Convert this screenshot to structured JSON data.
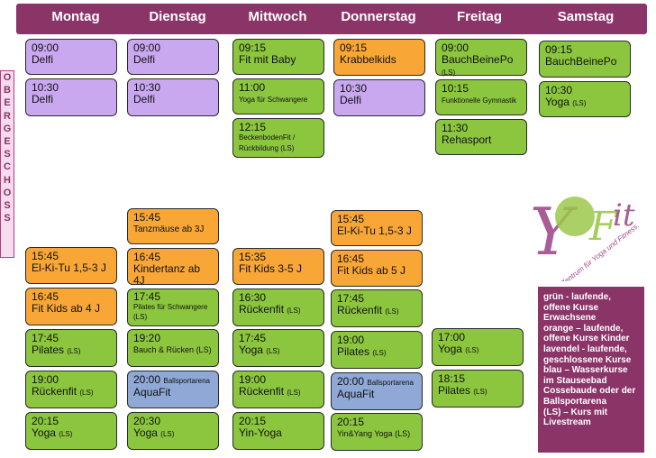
{
  "days": [
    "Montag",
    "Dienstag",
    "Mittwoch",
    "Donnerstag",
    "Freitag",
    "Samstag"
  ],
  "floor_label": [
    "O",
    "B",
    "E",
    "R",
    "G",
    "E",
    "S",
    "C",
    "H",
    "O",
    "S",
    "S"
  ],
  "cards": {
    "mo1": {
      "time": "09:00",
      "title": "Delfi"
    },
    "mo2": {
      "time": "10:30",
      "title": "Delfi"
    },
    "mo3": {
      "time": "15:45",
      "title": "El-Ki-Tu 1,5-3 J"
    },
    "mo4": {
      "time": "16:45",
      "title": "Fit Kids ab 4 J"
    },
    "mo5": {
      "time": "17:45",
      "title": "Pilates",
      "suffix": "(LS)"
    },
    "mo6": {
      "time": "19:00",
      "title": "Rückenfit",
      "suffix": "(LS)"
    },
    "mo7": {
      "time": "20:15",
      "title": "Yoga",
      "suffix": "(LS)"
    },
    "di1": {
      "time": "09:00",
      "title": "Delfi"
    },
    "di2": {
      "time": "10:30",
      "title": "Delfi"
    },
    "di3": {
      "time": "15:45",
      "title": "Tanzmäuse ab 3J"
    },
    "di4": {
      "time": "16:45",
      "title": "Kindertanz ab 4J"
    },
    "di5": {
      "time": "17:45",
      "title": "Pilates für Schwangere",
      "suffix": "(LS)"
    },
    "di6": {
      "time": "19:20",
      "title": "Bauch & Rücken",
      "suffix": "(LS)"
    },
    "di7": {
      "time": "20:00",
      "location": "Ballsportarena",
      "title": "AquaFit"
    },
    "di8": {
      "time": "20:30",
      "title": "Yoga",
      "suffix": "(LS)"
    },
    "mi1": {
      "time": "09:15",
      "title": "Fit mit Baby"
    },
    "mi2": {
      "time": "11:00",
      "title": "Yoga für Schwangere"
    },
    "mi3": {
      "time": "12:15",
      "title": "BeckenbodenFit /",
      "title2": "Rückbildung (LS)"
    },
    "mi4": {
      "time": "15:35",
      "title": "Fit Kids 3-5 J"
    },
    "mi5": {
      "time": "16:30",
      "title": "Rückenfit",
      "suffix": "(LS)"
    },
    "mi6": {
      "time": "17:45",
      "title": "Yoga",
      "suffix": "(LS)"
    },
    "mi7": {
      "time": "19:00",
      "title": "Rückenfit",
      "suffix": "(LS)"
    },
    "mi8": {
      "time": "20:15",
      "title": "Yin-Yoga"
    },
    "do1": {
      "time": "09:15",
      "title": "Krabbelkids"
    },
    "do2": {
      "time": "10:30",
      "title": "Delfi"
    },
    "do3": {
      "time": "15:45",
      "title": "El-Ki-Tu 1,5-3 J"
    },
    "do4": {
      "time": "16:45",
      "title": "Fit Kids ab 5 J"
    },
    "do5": {
      "time": "17:45",
      "title": "Rückenfit",
      "suffix": "(LS)"
    },
    "do6": {
      "time": "19:00",
      "title": "Pilates",
      "suffix": "(LS)"
    },
    "do7": {
      "time": "20:00",
      "location": "Ballsportarena",
      "title": "AquaFit"
    },
    "do8": {
      "time": "20:15",
      "title": "Yin&Yang Yoga",
      "suffix": "(LS)"
    },
    "fr1": {
      "time": "09:00",
      "title": "BauchBeinePo",
      "suffix": "(LS)"
    },
    "fr2": {
      "time": "10:15",
      "title": "Funktionelle Gymnastik"
    },
    "fr3": {
      "time": "11:30",
      "title": "Rehasport"
    },
    "fr4": {
      "time": "17:00",
      "title": "Yoga",
      "suffix": "(LS)"
    },
    "fr5": {
      "time": "18:15",
      "title": "Pilates",
      "suffix": "(LS)"
    },
    "sa1": {
      "time": "09:15",
      "title": "BauchBeinePo"
    },
    "sa2": {
      "time": "10:30",
      "title": "Yoga",
      "suffix": "(LS)"
    }
  },
  "legend": [
    "grün - laufende,",
    "offene Kurse",
    "Erwachsene",
    "orange – laufende,",
    "offene Kurse Kinder",
    "lavendel - laufende,",
    "geschlossene Kurse",
    "blau – Wasserkurse",
    "im Stauseebad",
    "Cossebaude oder der",
    "Ballsportarena",
    "(LS) – Kurs mit",
    "Livestream"
  ],
  "logo": {
    "name": "YoFit",
    "tagline": "Das Zentrum für Yoga und Fitness."
  },
  "colors": {
    "header": "#8a3468",
    "green": "#8cc63e",
    "orange": "#f8a636",
    "purple": "#c9a8f0",
    "blue": "#8fa8d6"
  }
}
